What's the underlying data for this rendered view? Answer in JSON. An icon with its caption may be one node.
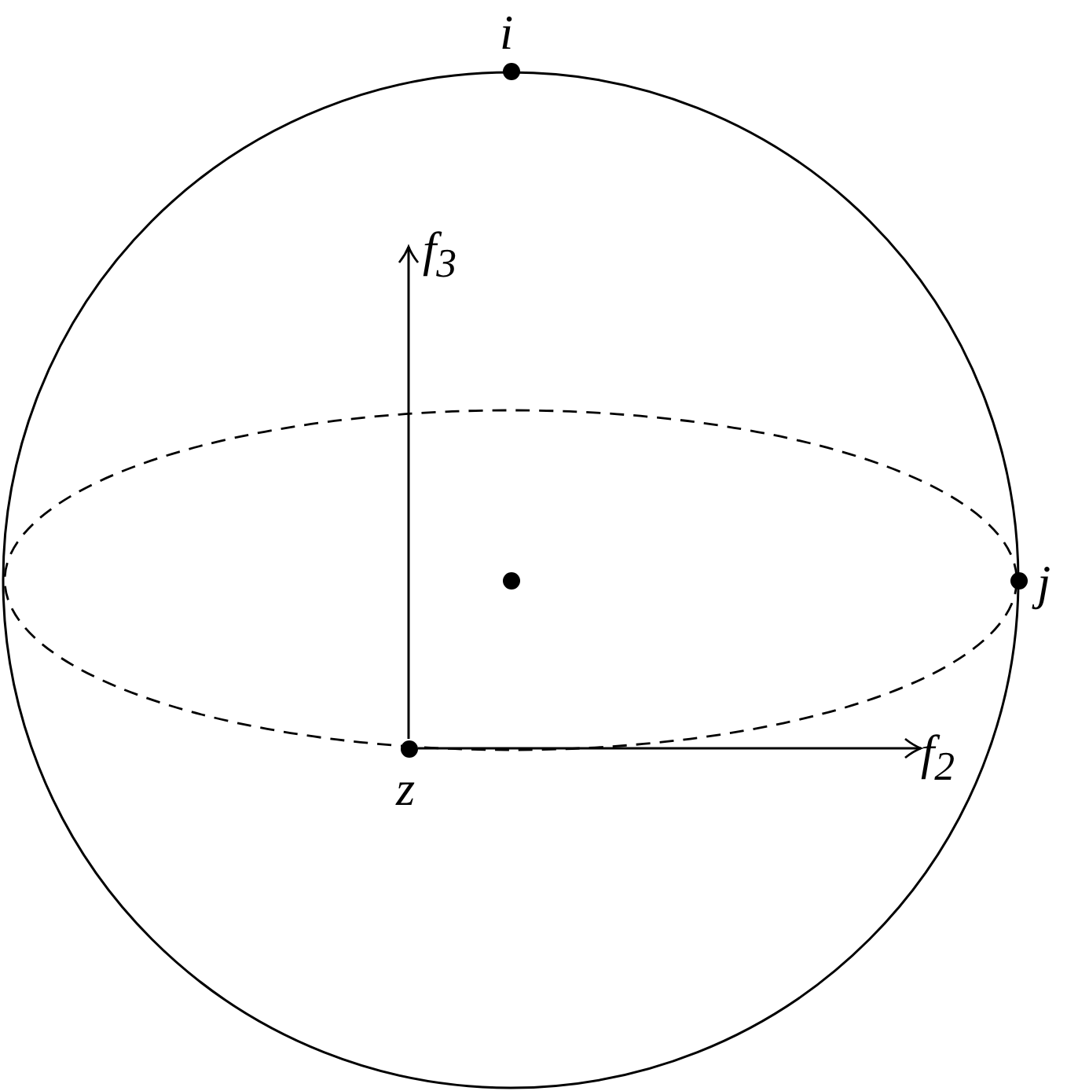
{
  "diagram": {
    "nodes": [
      {
        "text": [],
        "shape": "circle",
        "beside": [
          "i"
        ]
      },
      {
        "text": [
          "f$_{3}$"
        ]
      },
      {
        "text": [],
        "shape": "circle"
      },
      {
        "text": [],
        "shape": "circle",
        "beside": [
          "j"
        ]
      },
      {
        "text": [],
        "shape": "circle",
        "beside": [
          "z"
        ]
      },
      {
        "text": [
          "f$_{2}$"
        ]
      }
    ],
    "edges": [
      {
        "from": 4,
        "to": 1,
        "arrow": "to"
      },
      {
        "from": 4,
        "to": 5,
        "arrow": "to"
      }
    ]
  }
}
